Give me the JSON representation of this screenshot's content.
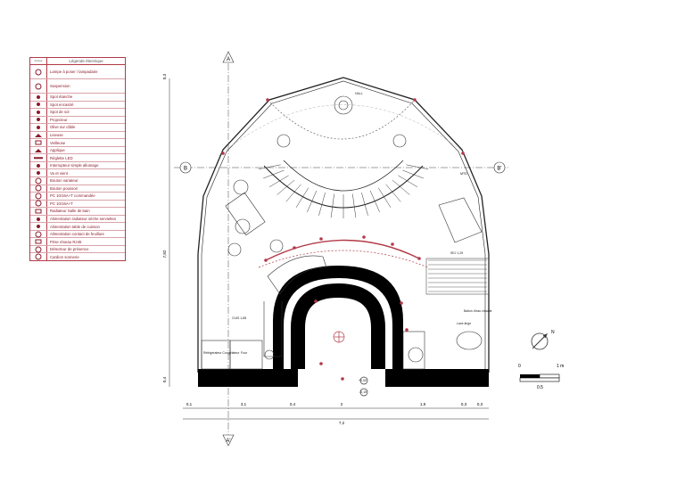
{
  "legend": {
    "col_symbol": "Icones",
    "title": "Légende électrique",
    "items": [
      {
        "label": "Lampe à poser / lampadaire",
        "icon": "lamp-icon",
        "shape": "ring",
        "tall": true
      },
      {
        "label": "Suspension",
        "icon": "pendant-icon",
        "shape": "ring",
        "tall": true
      },
      {
        "label": "Spot étanche",
        "icon": "waterproof-spot-icon",
        "shape": "dot"
      },
      {
        "label": "Spot encastré",
        "icon": "recessed-spot-icon",
        "shape": "dot"
      },
      {
        "label": "Spot de sol",
        "icon": "floor-spot-icon",
        "shape": "dot"
      },
      {
        "label": "Projecteur",
        "icon": "projector-icon",
        "shape": "dot"
      },
      {
        "label": "Olive sur câble",
        "icon": "cable-olive-icon",
        "shape": "dot"
      },
      {
        "label": "Liseuse",
        "icon": "reading-light-icon",
        "shape": "tri"
      },
      {
        "label": "Veilleuse",
        "icon": "night-light-icon",
        "shape": "sq"
      },
      {
        "label": "Applique",
        "icon": "wall-light-icon",
        "shape": "tri"
      },
      {
        "label": "Réglette LED",
        "icon": "led-strip-icon",
        "shape": "bar"
      },
      {
        "label": "Interrupteur simple allumage",
        "icon": "switch-icon",
        "shape": "dot"
      },
      {
        "label": "Va et vient",
        "icon": "two-way-switch-icon",
        "shape": "dot"
      },
      {
        "label": "Bouton variateur",
        "icon": "dimmer-icon",
        "shape": "ring"
      },
      {
        "label": "Bouton poussoir",
        "icon": "push-button-icon",
        "shape": "ring"
      },
      {
        "label": "PC 10/16A+T  commandée",
        "icon": "switched-socket-icon",
        "shape": "ring"
      },
      {
        "label": "PC 10/16A+T",
        "icon": "socket-icon",
        "shape": "ring"
      },
      {
        "label": "Radiateur Salle de bain",
        "icon": "towel-radiator-icon",
        "shape": "sq"
      },
      {
        "label": "Alimentation radiateur sèche serviettes",
        "icon": "radiator-supply-icon",
        "shape": "dot"
      },
      {
        "label": "Alimentation table de cuisson",
        "icon": "cooktop-supply-icon",
        "shape": "dot"
      },
      {
        "label": "Alimentation contact de feuillure",
        "icon": "rebate-contact-icon",
        "shape": "ring"
      },
      {
        "label": "Prise réseau RJ45",
        "icon": "rj45-icon",
        "shape": "sq"
      },
      {
        "label": "Détecteur de présence",
        "icon": "presence-detector-icon",
        "shape": "ring"
      },
      {
        "label": "Cardion sonnerie",
        "icon": "doorbell-icon",
        "shape": "ring"
      }
    ]
  },
  "plan": {
    "section_marks": {
      "a_top": "A",
      "a_bottom": "A'",
      "b_left": "B",
      "b_right": "B'"
    },
    "room_labels": {
      "hall_top": "HALL",
      "living": "SEJ\n1,25",
      "kitchen": "CUIS\n1,88",
      "wc": "Ballon d'eau\nchaude",
      "lave_linge": "Lave-linge",
      "fridge": "Réfrigérateur\nCongélateur",
      "oven": "Four",
      "entry_level": "+0,00",
      "entry_sub": "-0,15",
      "stairs_tag": "MTG"
    },
    "dimensions": {
      "bottom": [
        "0,1",
        "3,1",
        "0,4",
        "2",
        "1,9",
        "0,3",
        "0,3"
      ],
      "total": "7,2",
      "left_total": "7,82",
      "left_top": "0,3",
      "left_bottom": "0,4"
    },
    "scale_bar": {
      "start": "0",
      "end": "1 m",
      "mid": "0.5"
    },
    "north": "N"
  },
  "colors": {
    "red": "#b23a48",
    "wall": "#000000",
    "line": "#333333"
  }
}
